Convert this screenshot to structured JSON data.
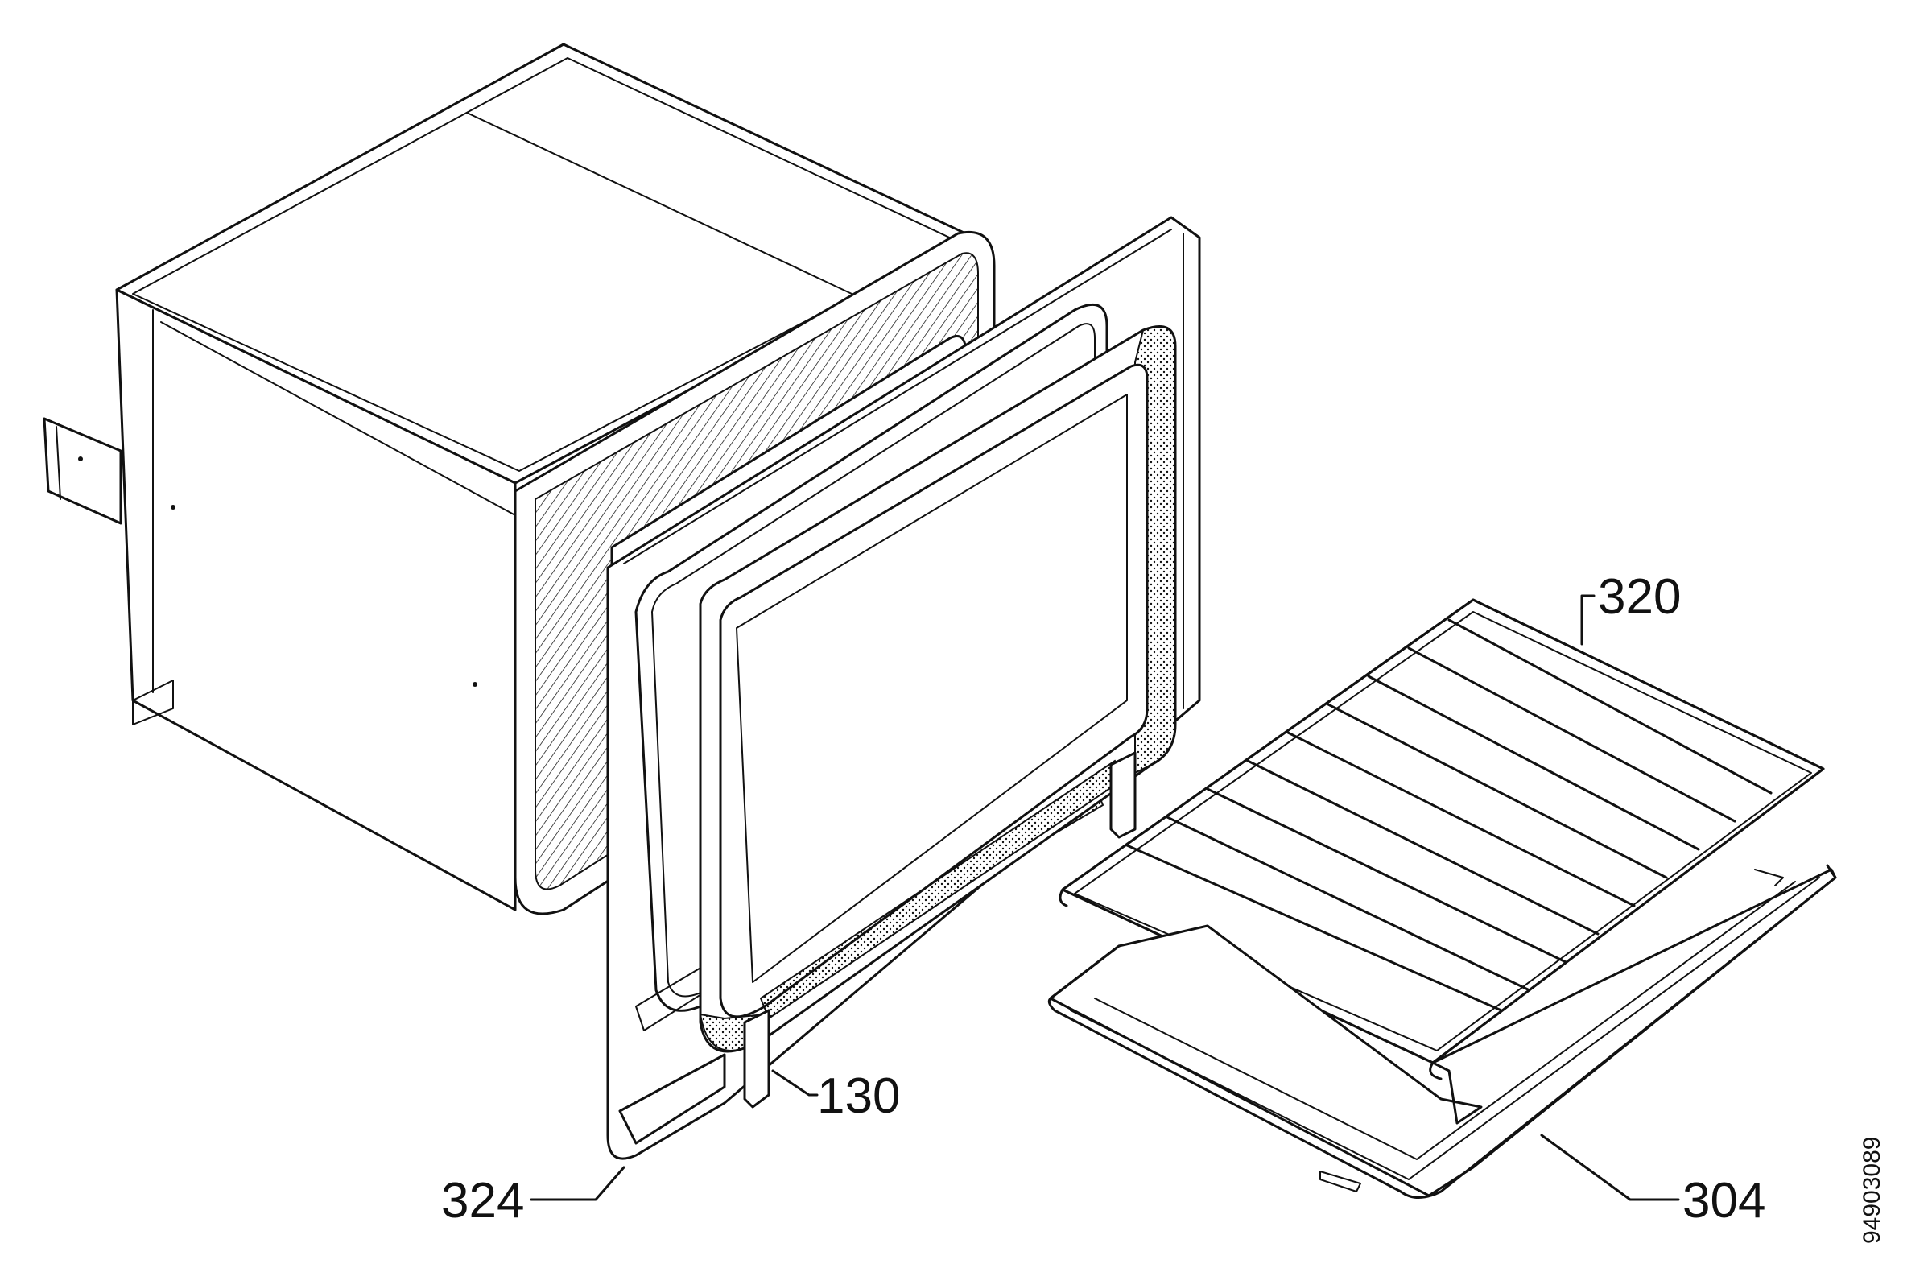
{
  "callouts": {
    "oven_rack": "320",
    "door_seal": "130",
    "front_frame": "324",
    "baking_tray": "304"
  },
  "drawing_code": "94903089",
  "colors": {
    "ink": "#111111",
    "background": "#ffffff",
    "seal_fill": "#bbbbbb"
  }
}
